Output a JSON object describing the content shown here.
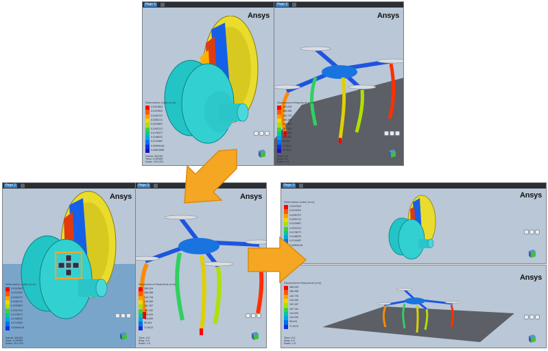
{
  "panels": {
    "top_left": {
      "tab": "Page 1",
      "brand": "Ansys",
      "legend_title": "Deformation (total) [mm]",
      "info": "Frame: 56/100\nTime: 0.59999\nScale: 101.001",
      "labels": [
        "0.0347843",
        "0.0319302",
        "0.0290757",
        "0.0262212",
        "0.0233667",
        "0.0205122",
        "0.0176577",
        "0.0148032",
        "0.0119487",
        "0.00909416",
        "0.00623966"
      ]
    },
    "top_right": {
      "tab": "Page 2",
      "brand": "Ansys",
      "legend_title": "Displacement Magnitude [mm]",
      "info": "Time: 0.0\nStep: 0.0\nScale: 1.0",
      "labels": [
        "285.039",
        "266.268",
        "240.778",
        "216.283",
        "192.187",
        "167.192",
        "144.005",
        "120.095",
        "96.004",
        "71.9013",
        "47.9021"
      ]
    },
    "mid_left": {
      "tab": "Page 1",
      "brand": "Ansys",
      "legend_title": "Deformation (total) [mm]",
      "info": "Frame: 56/100\nTime: 0.59999\nScale: 101.001",
      "labels": [
        "0.0347843",
        "0.0319302",
        "0.0290757",
        "0.0262212",
        "0.0233667",
        "0.0205122",
        "0.0176577",
        "0.0148032",
        "0.0119487",
        "0.00909416"
      ]
    },
    "mid_center": {
      "tab": "Page 2",
      "brand": "Ansys",
      "legend_title": "Displacement Magnitude [mm]",
      "info": "Time: 0.0\nStep: 0.0\nScale: 1.0",
      "labels": [
        "285.039",
        "266.268",
        "240.778",
        "216.283",
        "192.187",
        "167.192",
        "144.005",
        "120.095",
        "96.004",
        "71.9013"
      ]
    },
    "right_top": {
      "tab": "Page 3",
      "brand": "Ansys",
      "legend_title": "Deformation (total) [mm]",
      "info": "",
      "labels": [
        "0.0347843",
        "0.0319302",
        "0.0290757",
        "0.0262212",
        "0.0233667",
        "0.0205122",
        "0.0176577",
        "0.0148032",
        "0.0119487",
        "0.00909416"
      ]
    },
    "right_bottom": {
      "tab": "",
      "brand": "Ansys",
      "legend_title": "Displacement Magnitude [mm]",
      "info": "Time: 0.0\nStep: 0.0\nScale: 1.0",
      "labels": [
        "285.039",
        "266.268",
        "240.778",
        "216.283",
        "192.187",
        "167.192",
        "144.005",
        "120.095",
        "96.004",
        "71.9013"
      ]
    }
  },
  "cube_label": "Iso",
  "colors": {
    "arrow": "#f5a623",
    "arrow_stroke": "#d98a10",
    "viewport_bg": "#b9c7d6",
    "tabbar": "#2b2e33",
    "highlight": "#f5a623",
    "legend": [
      "#ff0000",
      "#ff5a00",
      "#ff9f00",
      "#f0d800",
      "#a8e000",
      "#3fd03f",
      "#00c8a0",
      "#00a8e0",
      "#0070f0",
      "#1030e0",
      "#2010c0"
    ]
  }
}
